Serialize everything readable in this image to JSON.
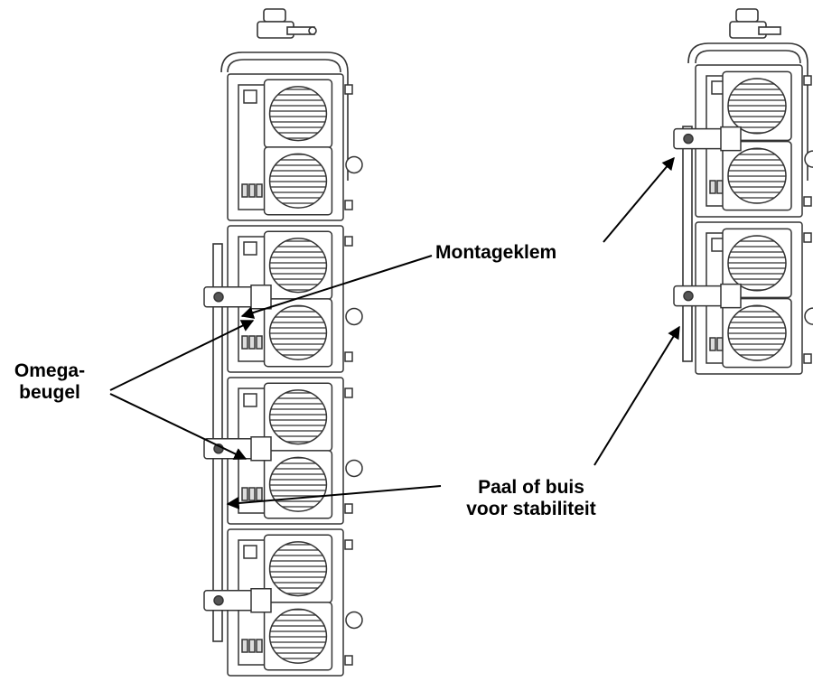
{
  "labels": {
    "montageklem": "Montageklem",
    "omega_line1": "Omega-",
    "omega_line2": "beugel",
    "paal_line1": "Paal of buis",
    "paal_line2": "voor stabiliteit"
  },
  "colors": {
    "ink": "#000000",
    "line_art": "#333333",
    "panel_fill": "#ffffff",
    "shade": "#dddddd"
  }
}
